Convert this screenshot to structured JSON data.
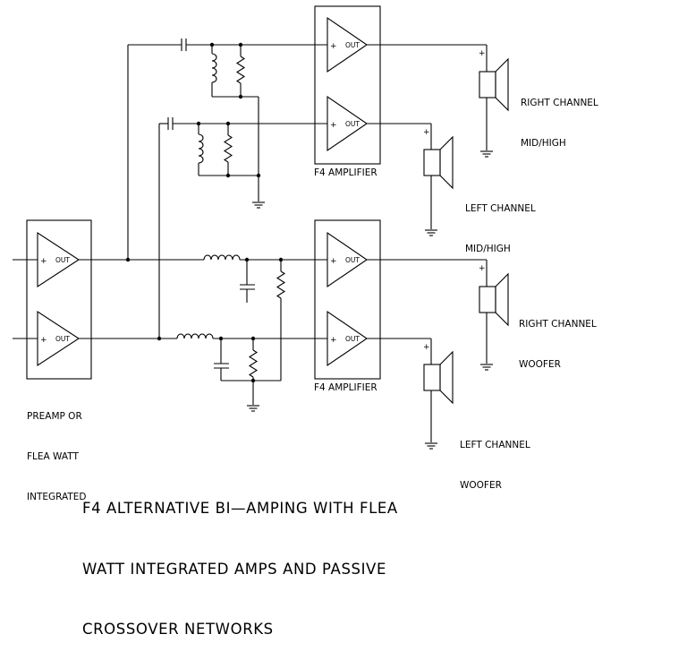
{
  "diagram": {
    "title_lines": [
      "F4 ALTERNATIVE BI—AMPING WITH FLEA",
      "WATT INTEGRATED AMPS AND PASSIVE",
      "CROSSOVER NETWORKS"
    ],
    "blocks": {
      "f4_top": "F4 AMPLIFIER",
      "f4_bottom": "F4 AMPLIFIER",
      "preamp": [
        "PREAMP OR",
        "FLEA WATT",
        "INTEGRATED"
      ]
    },
    "speakers": {
      "right_mid_high": [
        "RIGHT CHANNEL",
        "MID/HIGH"
      ],
      "left_mid_high": [
        "LEFT CHANNEL",
        "MID/HIGH"
      ],
      "right_woofer": [
        "RIGHT CHANNEL",
        "WOOFER"
      ],
      "left_woofer": [
        "LEFT CHANNEL",
        "WOOFER"
      ]
    },
    "amp_out_label": "OUT",
    "amp_plus_label": "+",
    "speaker_plus_label": "+"
  }
}
